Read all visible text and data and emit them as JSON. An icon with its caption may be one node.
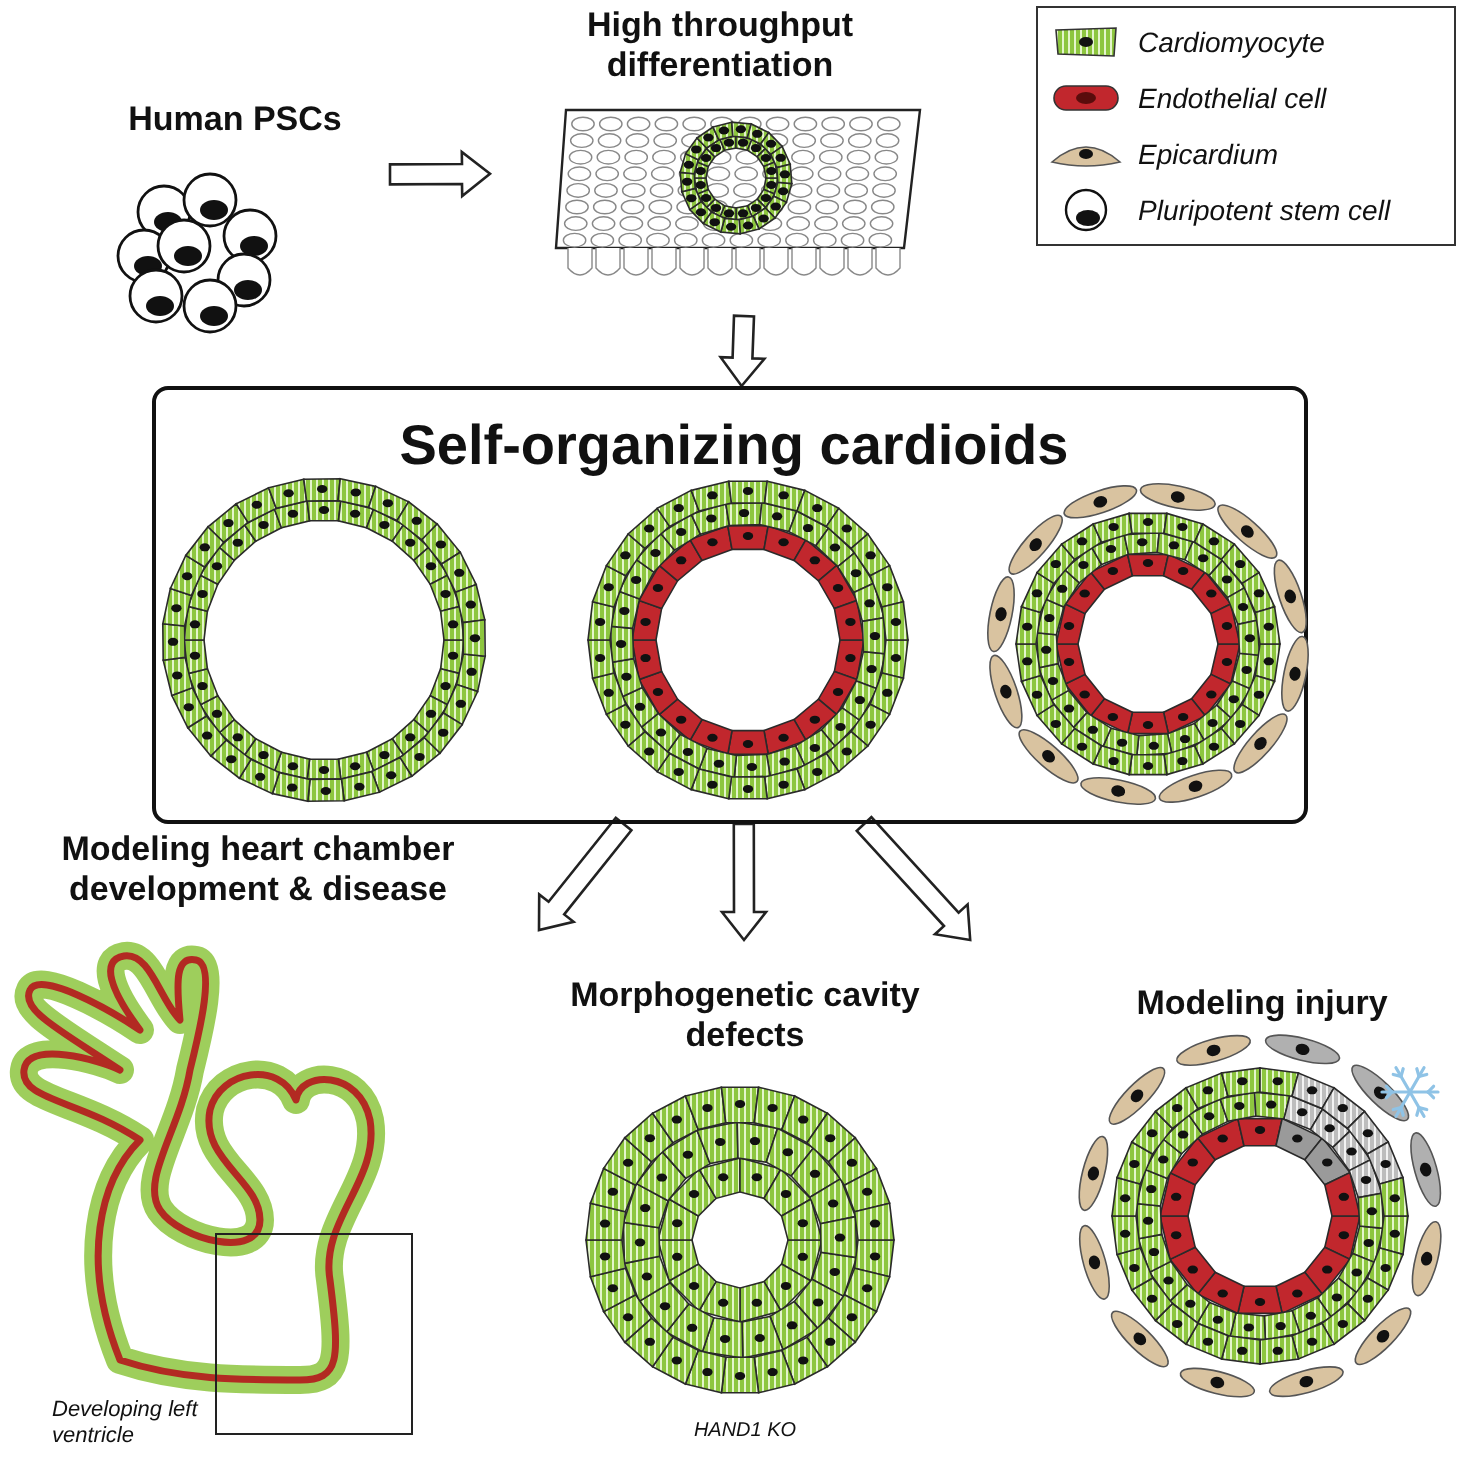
{
  "diagram": {
    "nodes": [
      {
        "text": [
          "Human PSCs"
        ]
      },
      {
        "text": [
          "High throughput differentiation"
        ]
      },
      {
        "text": [
          "Self-organizing cardioids"
        ]
      },
      {
        "text": [
          "Modeling heart chamber development & disease",
          "Developing left ventricle"
        ]
      },
      {
        "text": [
          "Morphogenetic cavity defects",
          "HAND1 KO"
        ]
      },
      {
        "text": [
          "Modeling injury"
        ]
      }
    ],
    "edges": [
      {
        "from": 0,
        "to": 1,
        "arrow": "to"
      },
      {
        "from": 1,
        "to": 2,
        "arrow": "to"
      },
      {
        "from": 2,
        "to": 3,
        "arrow": "to"
      },
      {
        "from": 2,
        "to": 4,
        "arrow": "to"
      },
      {
        "from": 2,
        "to": 5,
        "arrow": "to"
      }
    ],
    "legend": [
      {
        "text": "Cardiomyocyte",
        "color": "#8dc63f"
      },
      {
        "text": "Endothelial cell",
        "color": "#c1272d"
      },
      {
        "text": "Epicardium",
        "color": "#d9c3a0"
      },
      {
        "text": "Pluripotent stem cell"
      }
    ]
  }
}
